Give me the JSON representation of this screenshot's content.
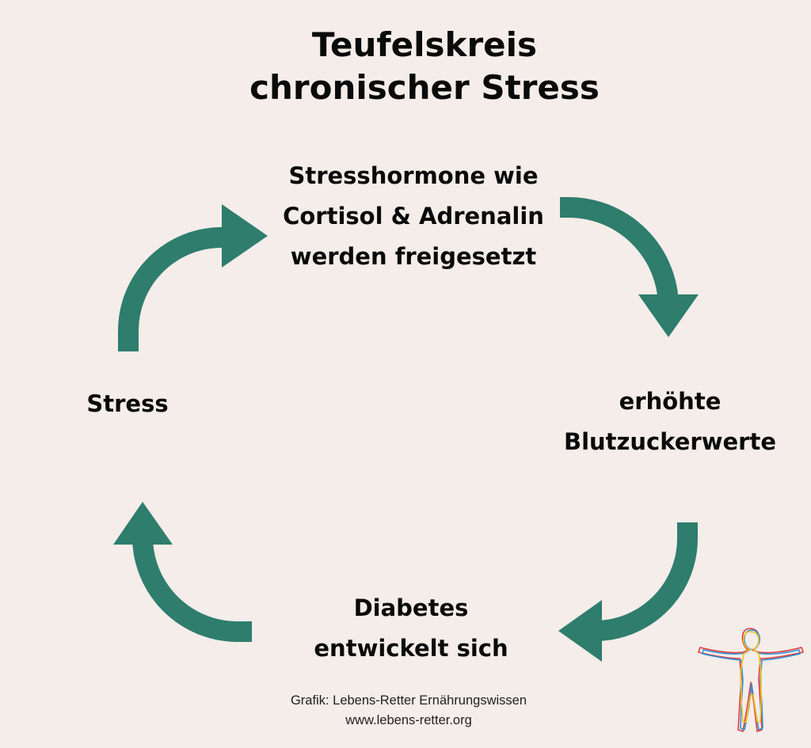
{
  "title_lines": [
    "Teufelskreis",
    "chronischer Stress"
  ],
  "nodes": {
    "top": [
      "Stresshormone wie",
      "Cortisol & Adrenalin",
      "werden freigesetzt"
    ],
    "right": [
      "erhöhte",
      "Blutzuckerwerte"
    ],
    "bottom": [
      "Diabetes",
      "entwickelt sich"
    ],
    "left": [
      "Stress"
    ]
  },
  "credit_lines": [
    "Grafik: Lebens-Retter Ernährungswissen",
    "www.lebens-retter.org"
  ],
  "colors": {
    "background": "#f4ede9",
    "arrow": "#2e7d6d",
    "text": "#0a0a0a"
  },
  "icons": [
    "curved-arrow-icon",
    "person-outline-icon"
  ]
}
